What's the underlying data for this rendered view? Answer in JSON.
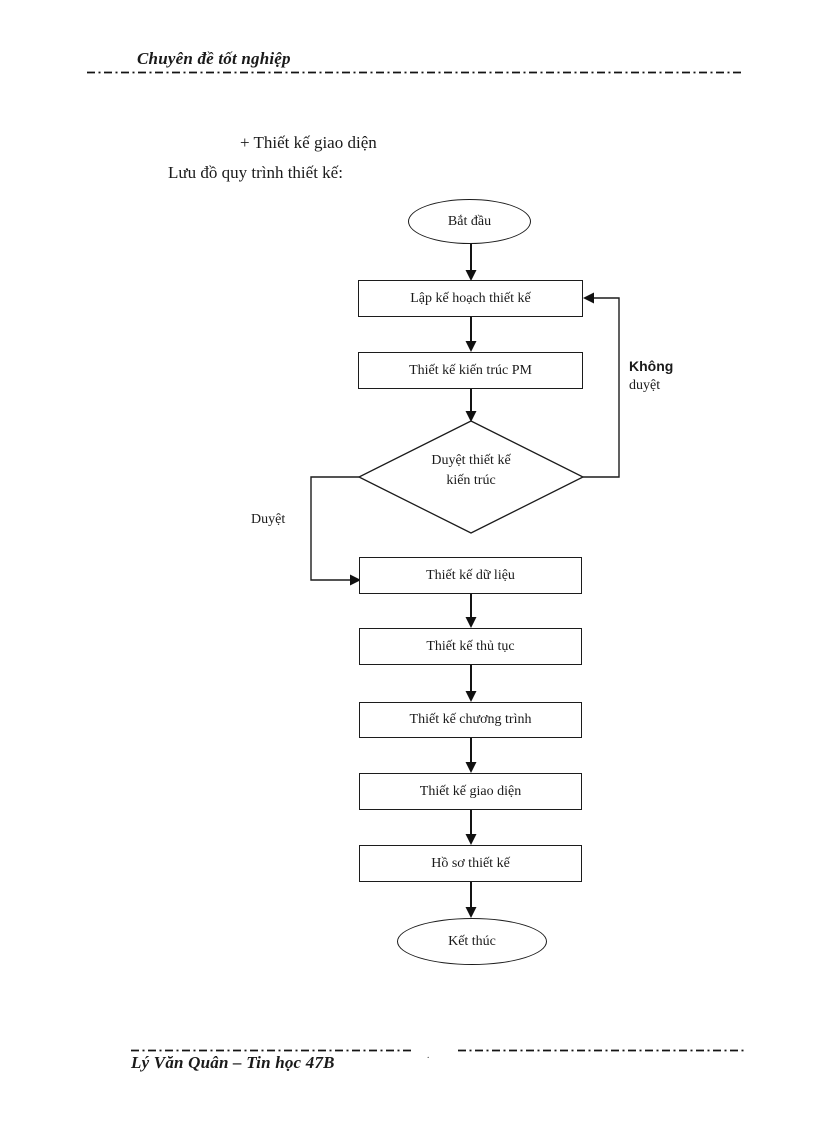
{
  "header": {
    "title": "Chuyên đề tốt nghiệp"
  },
  "body": {
    "bullet_line": "+ Thiết kế giao diện",
    "caption_line": "Lưu đồ quy trình thiết kế:"
  },
  "flowchart": {
    "nodes": {
      "start": "Bắt đầu",
      "plan": "Lập kế hoạch thiết kế",
      "architecture": "Thiết kế kiến trúc PM",
      "review_line1": "Duyệt thiết kế",
      "review_line2": "kiến trúc",
      "data_design": "Thiết kế dữ liệu",
      "procedure_design": "Thiết kế thủ tục",
      "program_design": "Thiết kế chương trình",
      "interface_design": "Thiết kế giao diện",
      "design_dossier": "Hồ sơ thiết kế",
      "end": "Kết thúc"
    },
    "edge_labels": {
      "reject_line1": "Không",
      "reject_line2": "duyệt",
      "approve": "Duyệt"
    }
  },
  "footer": {
    "author_line": "Lý Văn Quân – Tin học 47B",
    "page_mark": "·"
  },
  "colors": {
    "ink": "#1a1a1a",
    "paper": "#ffffff"
  }
}
